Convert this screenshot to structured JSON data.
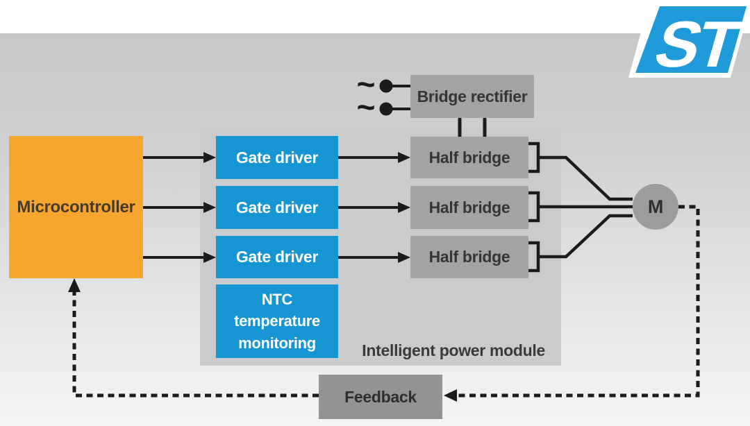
{
  "logo": {
    "label": "ST",
    "company": "STMicroelectronics"
  },
  "ac_input": {
    "symbol_1": "~",
    "symbol_2": "~"
  },
  "blocks": {
    "microcontroller": {
      "label": "Microcontroller"
    },
    "bridge_rectifier": {
      "label": "Bridge rectifier"
    },
    "gate_drivers": [
      {
        "label": "Gate driver"
      },
      {
        "label": "Gate driver"
      },
      {
        "label": "Gate driver"
      }
    ],
    "ntc": {
      "label": "NTC temperature monitoring"
    },
    "half_bridges": [
      {
        "label": "Half bridge"
      },
      {
        "label": "Half bridge"
      },
      {
        "label": "Half bridge"
      }
    ],
    "motor": {
      "label": "M"
    },
    "feedback": {
      "label": "Feedback"
    },
    "ipm": {
      "label": "Intelligent power module"
    }
  },
  "colors": {
    "accent_blue": "#1596d2",
    "accent_orange": "#f6a52f",
    "block_gray": "#a3a3a3",
    "feedback_gray": "#919395",
    "motor_gray": "#9c9c9c",
    "panel_gray": "#c9cbcc",
    "logo_blue": "#1e9bd8",
    "line_black": "#1b1b1b",
    "background_top": "#c6c8c9",
    "background_bottom": "#f4f4f4"
  }
}
